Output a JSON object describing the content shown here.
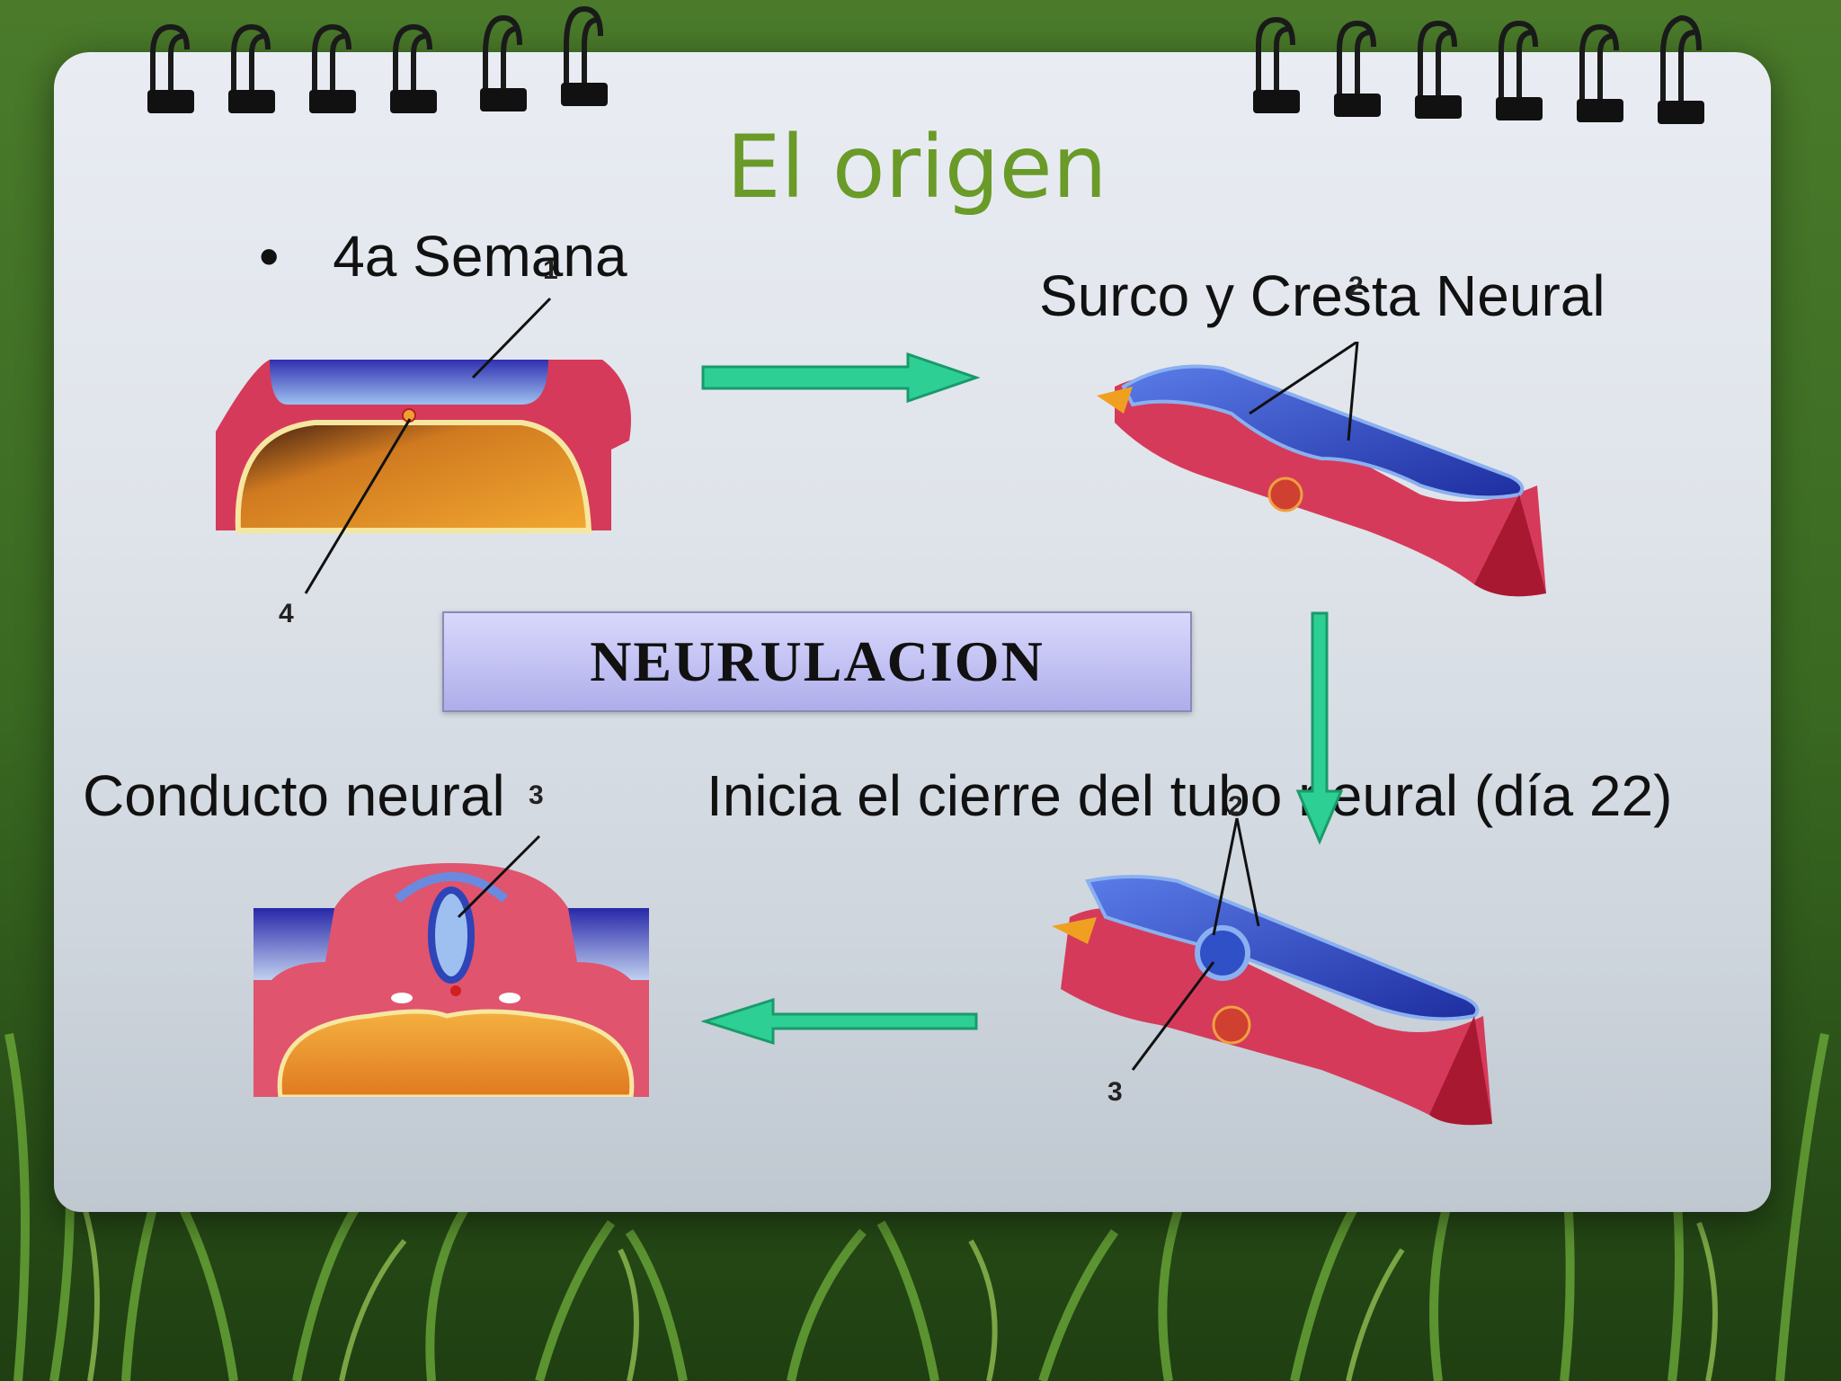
{
  "slide": {
    "title": "El origen",
    "bullet_symbol": "•",
    "bullet_text": "4a Semana",
    "caption_top_right": "Surco y Cresta Neural",
    "caption_bottom_left": "Conducto neural",
    "caption_bottom_right": "Inicia el cierre del tubo neural (día 22)",
    "center_box_label": "NEURULACION",
    "figure_labels": {
      "top_left_1": "1",
      "top_left_4": "4",
      "top_right_2": "2",
      "bottom_left_3": "3",
      "bottom_right_2": "2",
      "bottom_right_3": "3"
    }
  },
  "colors": {
    "title_green": "#6a9a28",
    "arrow_teal": "#2ecf95",
    "box_lavender": "#c2c1f3"
  },
  "icons": [
    "spiral-binding-icon",
    "arrow-right-icon",
    "arrow-down-icon",
    "arrow-left-icon"
  ]
}
